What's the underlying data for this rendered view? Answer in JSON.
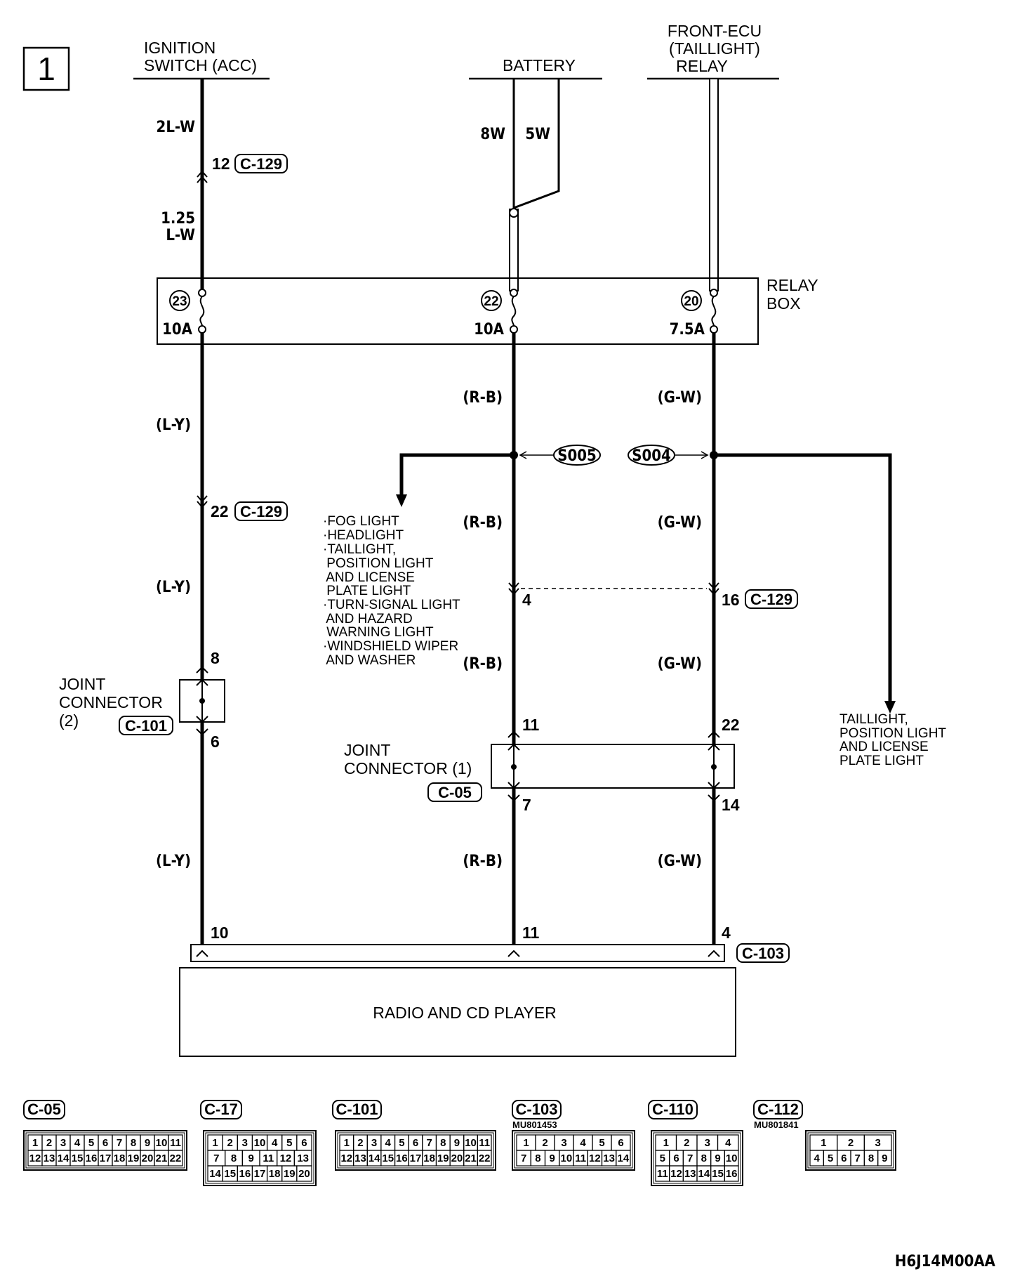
{
  "page_number": "1",
  "sources": {
    "ignition": [
      "IGNITION",
      "SWITCH (ACC)"
    ],
    "battery": "BATTERY",
    "front_ecu": [
      "FRONT-ECU",
      "(TAILLIGHT)",
      "RELAY"
    ]
  },
  "wires": {
    "ign_top": "2L-W",
    "ign_mid_1": "1.25",
    "ign_mid_2": "L-W",
    "bat_8w": "8W",
    "bat_5w": "5W",
    "ly_1": "(L-Y)",
    "ly_2": "(L-Y)",
    "ly_3": "(L-Y)",
    "rb_1": "(R-B)",
    "rb_2": "(R-B)",
    "rb_3": "(R-B)",
    "rb_4": "(R-B)",
    "gw_1": "(G-W)",
    "gw_2": "(G-W)",
    "gw_3": "(G-W)",
    "gw_4": "(G-W)"
  },
  "pins": {
    "c129_ign": "12",
    "c129_ly": "22",
    "c129_rb": "4",
    "c129_gw": "16",
    "jc2_in": "8",
    "jc2_out": "6",
    "jc1_rb_in": "11",
    "jc1_gw_in": "22",
    "jc1_rb_out": "7",
    "jc1_gw_out": "14",
    "c103_ly": "10",
    "c103_rb": "11",
    "c103_gw": "4"
  },
  "connectors": {
    "c129_a": "C-129",
    "c129_b": "C-129",
    "c129_c": "C-129",
    "c101": "C-101",
    "c05": "C-05",
    "c103": "C-103"
  },
  "relay_box": {
    "label_1": "RELAY",
    "label_2": "BOX",
    "fuses": [
      {
        "number": "23",
        "rating": "10A"
      },
      {
        "number": "22",
        "rating": "10A"
      },
      {
        "number": "20",
        "rating": "7.5A"
      }
    ]
  },
  "splices": {
    "s005": "S005",
    "s004": "S004"
  },
  "branch_left": [
    "·FOG LIGHT",
    "·HEADLIGHT",
    "·TAILLIGHT,",
    " POSITION LIGHT",
    " AND LICENSE",
    " PLATE LIGHT",
    "·TURN-SIGNAL LIGHT",
    " AND HAZARD",
    " WARNING LIGHT",
    "·WINDSHIELD WIPER",
    " AND WASHER"
  ],
  "branch_right": [
    "TAILLIGHT,",
    "POSITION LIGHT",
    "AND LICENSE",
    "PLATE LIGHT"
  ],
  "joint_connector_2": [
    "JOINT",
    "CONNECTOR",
    "(2)"
  ],
  "joint_connector_1": [
    "JOINT",
    "CONNECTOR (1)"
  ],
  "component": "RADIO AND CD PLAYER",
  "connector_views": [
    {
      "id": "C-05",
      "part": "",
      "rows": [
        [
          "1",
          "2",
          "3",
          "4",
          "5",
          "6",
          "7",
          "8",
          "9",
          "10",
          "11"
        ],
        [
          "12",
          "13",
          "14",
          "15",
          "16",
          "17",
          "18",
          "19",
          "20",
          "21",
          "22"
        ]
      ]
    },
    {
      "id": "C-17",
      "part": "",
      "rows": [
        [
          "1",
          "2",
          "3",
          "10",
          "4",
          "5",
          "6"
        ],
        [
          "7",
          "8",
          "9",
          "11",
          "12",
          "13"
        ],
        [
          "14",
          "15",
          "16",
          "17",
          "18",
          "19",
          "20"
        ]
      ]
    },
    {
      "id": "C-101",
      "part": "",
      "rows": [
        [
          "1",
          "2",
          "3",
          "4",
          "5",
          "6",
          "7",
          "8",
          "9",
          "10",
          "11"
        ],
        [
          "12",
          "13",
          "14",
          "15",
          "16",
          "17",
          "18",
          "19",
          "20",
          "21",
          "22"
        ]
      ]
    },
    {
      "id": "C-103",
      "part": "MU801453",
      "rows": [
        [
          "1",
          "2",
          "3",
          "4",
          "5",
          "6"
        ],
        [
          "7",
          "8",
          "9",
          "10",
          "11",
          "12",
          "13",
          "14"
        ]
      ]
    },
    {
      "id": "C-110",
      "part": "",
      "rows": [
        [
          "1",
          "2",
          "3",
          "4"
        ],
        [
          "5",
          "6",
          "7",
          "8",
          "9",
          "10"
        ],
        [
          "11",
          "12",
          "13",
          "14",
          "15",
          "16"
        ]
      ]
    },
    {
      "id": "C-112",
      "part": "MU801841",
      "rows": [
        [
          "1",
          "2",
          "3"
        ],
        [
          "4",
          "5",
          "6",
          "7",
          "8",
          "9"
        ]
      ]
    }
  ],
  "figure_code": "H6J14M00AA"
}
